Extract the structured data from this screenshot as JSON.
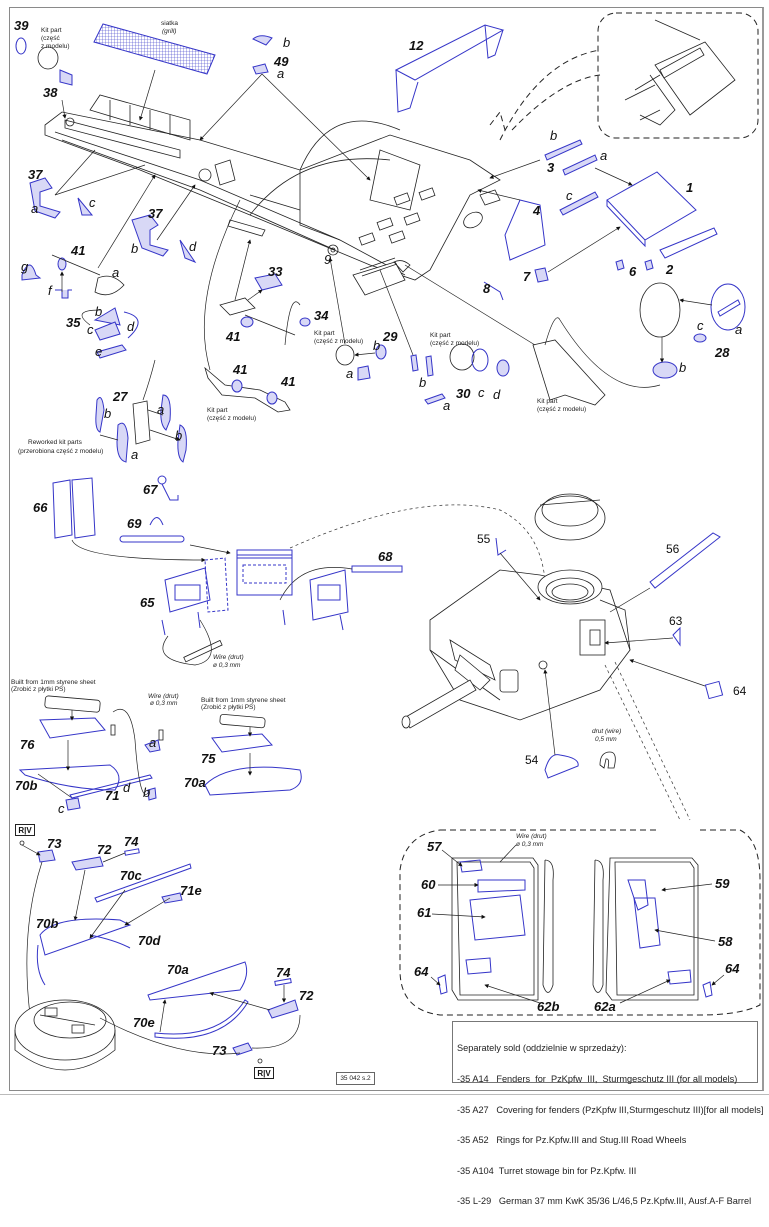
{
  "document": {
    "page_code": "35 042 s.2",
    "riv_marker": "R|V"
  },
  "part_numbers": {
    "p1": "1",
    "p2": "2",
    "p3": "3",
    "p4": "4",
    "p6": "6",
    "p7": "7",
    "p8": "8",
    "p9": "9",
    "p12": "12",
    "p27": "27",
    "p28": "28",
    "p29": "29",
    "p30": "30",
    "p33": "33",
    "p34": "34",
    "p35": "35",
    "p37": "37",
    "p38": "38",
    "p39": "39",
    "p41": "41",
    "p49": "49",
    "p54": "54",
    "p55": "55",
    "p56": "56",
    "p57": "57",
    "p58": "58",
    "p59": "59",
    "p60": "60",
    "p61": "61",
    "p62a": "62a",
    "p62b": "62b",
    "p63": "63",
    "p64": "64",
    "p65": "65",
    "p66": "66",
    "p67": "67",
    "p68": "68",
    "p69": "69",
    "p70a": "70a",
    "p70b": "70b",
    "p70c": "70c",
    "p70d": "70d",
    "p70e": "70e",
    "p71": "71",
    "p71e": "71e",
    "p72": "72",
    "p73": "73",
    "p74": "74",
    "p75": "75",
    "p76": "76"
  },
  "letters": {
    "a": "a",
    "b": "b",
    "c": "c",
    "d": "d",
    "e": "e",
    "f": "f",
    "g": "g"
  },
  "notes": {
    "kit_part": "Kit part",
    "kit_part_pl": "(część z modelu)",
    "kit_part_pl_a": "(część",
    "kit_part_pl_b": "z modelu)",
    "grill_pl": "siatka",
    "grill_en": "(grill)",
    "reworked": "Reworked kit parts",
    "reworked_pl": "(przerobiona część z modelu)",
    "wire": "Wire (drut)",
    "wire_size": "ø 0,3 mm",
    "wire_pl": "drut (wire)",
    "wire_size_05": "0,5 mm",
    "styrene": "Built from 1mm styrene sheet",
    "styrene_pl": "(Zrobić z płytki PS)"
  },
  "separately_sold": {
    "title": "Separately sold (oddzielnie w sprzedaży):",
    "items": [
      "-35 A14   Fenders  for  PzKpfw  III,  Sturmgeschutz III (for all models)",
      "-35 A27   Covering for fenders (PzKpfw III,Sturmgeschutz III)[for all models]",
      "-35 A52   Rings for Pz.Kpfw.III and Stug.III Road Wheels",
      "-35 A104  Turret stowage bin for Pz.Kpfw. III",
      "-35 L-29   German 37 mm KwK 35/36 L/46,5 Pz.Kpfw.III, Ausf.A-F Barrel"
    ]
  },
  "colors": {
    "etched_part": "#3535c8",
    "kit_part": "#222222",
    "background": "#ffffff"
  }
}
